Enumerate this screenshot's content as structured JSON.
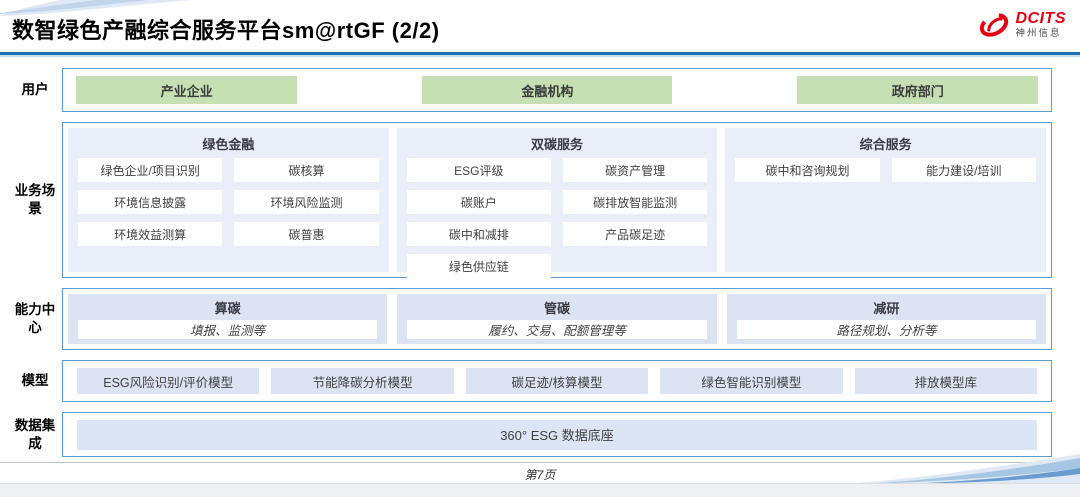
{
  "header": {
    "title": "数智绿色产融综合服务平台sm@rtGF (2/2)",
    "logo": {
      "brand": "DCITS",
      "company": "神州信息"
    }
  },
  "rows": {
    "users": {
      "label": "用户",
      "items": [
        "产业企业",
        "金融机构",
        "政府部门"
      ]
    },
    "scenarios": {
      "label": "业务场景",
      "columns": [
        {
          "title": "绿色金融",
          "items": [
            "绿色企业/项目识别",
            "碳核算",
            "环境信息披露",
            "环境风险监测",
            "环境效益测算",
            "碳普惠"
          ]
        },
        {
          "title": "双碳服务",
          "items": [
            "ESG评级",
            "碳资产管理",
            "碳账户",
            "碳排放智能监测",
            "碳中和减排",
            "产品碳足迹",
            "绿色供应链"
          ]
        },
        {
          "title": "综合服务",
          "items": [
            "碳中和咨询规划",
            "能力建设/培训"
          ]
        }
      ]
    },
    "capabilities": {
      "label": "能力中心",
      "columns": [
        {
          "title": "算碳",
          "desc": "填报、监测等"
        },
        {
          "title": "管碳",
          "desc": "履约、交易、配额管理等"
        },
        {
          "title": "减研",
          "desc": "路径规划、分析等"
        }
      ]
    },
    "models": {
      "label": "模型",
      "items": [
        "ESG风险识别/评价模型",
        "节能降碳分析模型",
        "碳足迹/核算模型",
        "绿色智能识别模型",
        "排放模型库"
      ]
    },
    "data_integration": {
      "label": "数据集成",
      "items": [
        "360° ESG 数据底座"
      ]
    }
  },
  "footer": {
    "page": "第7页"
  },
  "colors": {
    "accent_blue": "#1f6fb5",
    "box_border_blue": "#5b9bd5",
    "user_green": "#c6e0b4",
    "panel_light_blue": "#dce4f3",
    "brand_red": "#e60012"
  }
}
